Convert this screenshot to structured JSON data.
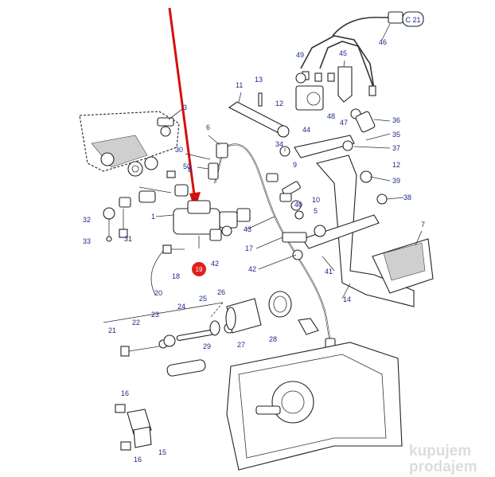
{
  "diagram": {
    "labels": [
      "1",
      "3",
      "5",
      "6",
      "7",
      "8",
      "9",
      "10",
      "11",
      "12",
      "12",
      "13",
      "14",
      "15",
      "16",
      "16",
      "17",
      "18",
      "19",
      "20",
      "21",
      "22",
      "23",
      "24",
      "25",
      "26",
      "27",
      "28",
      "29",
      "30",
      "31",
      "32",
      "33",
      "34",
      "35",
      "36",
      "37",
      "38",
      "39",
      "40",
      "41",
      "42",
      "42",
      "43",
      "44",
      "45",
      "46",
      "47",
      "48",
      "49",
      "50"
    ],
    "connector_tag": "C 21",
    "highlight_label": "19",
    "highlight_color": "#e02020",
    "arrow_color": "#d41010",
    "label_color": "#1a2a8a"
  },
  "watermark": {
    "line1": "kupujem",
    "line2": "prodajem"
  }
}
